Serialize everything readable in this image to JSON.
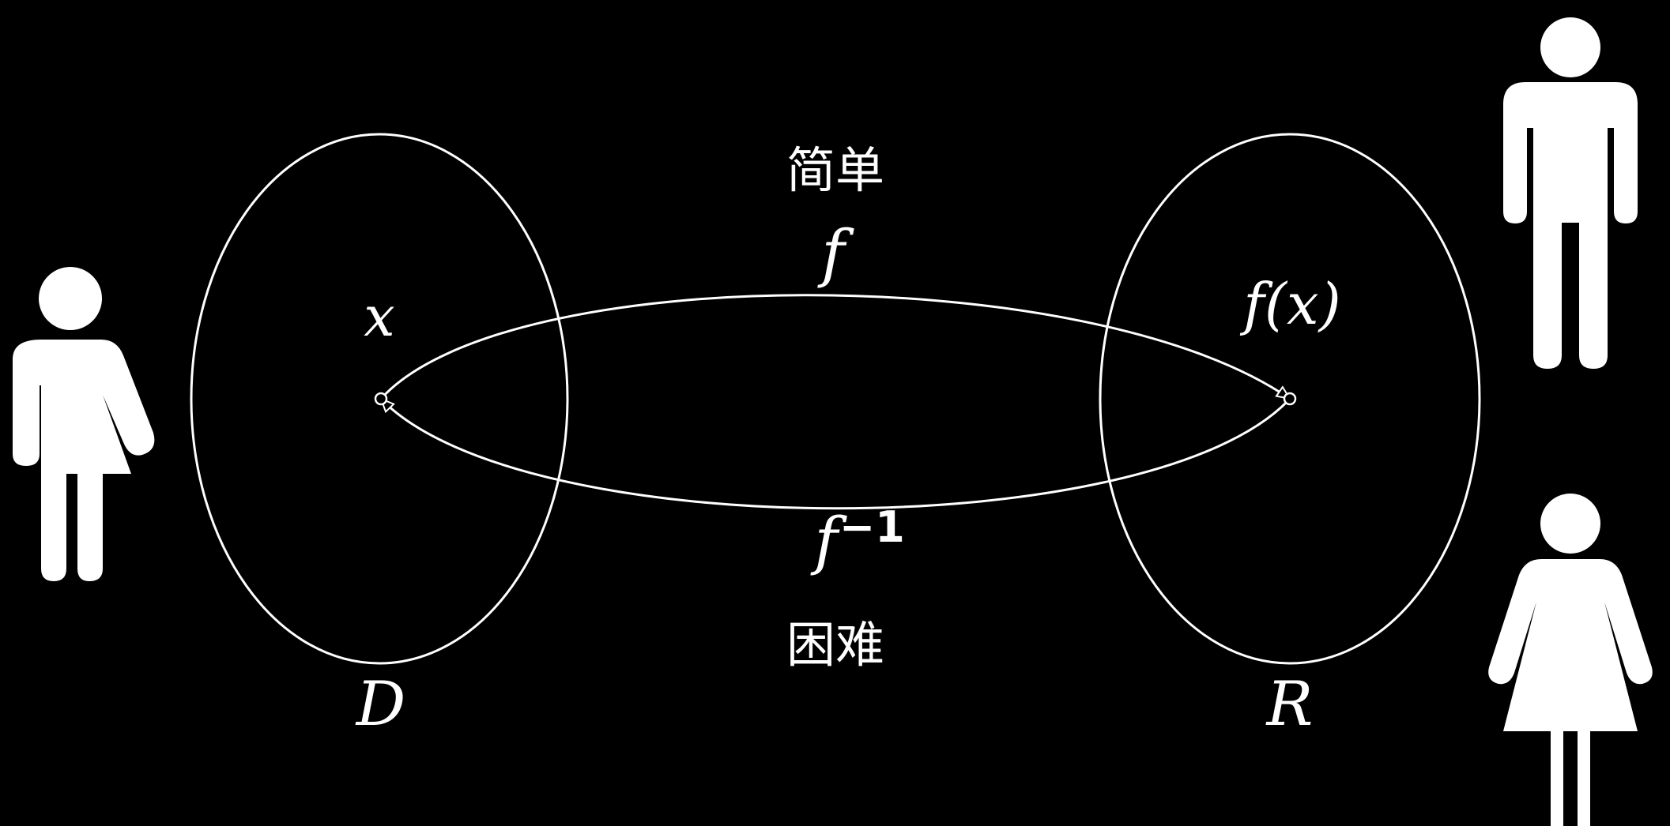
{
  "labels": {
    "easy": "简单",
    "hard": "困难",
    "f": "f",
    "f_inverse_base": "f",
    "f_inverse_exp": "−1",
    "x": "x",
    "fx": "f(x)",
    "domain": "D",
    "range": "R"
  },
  "icons": {
    "left": "transgender-person-icon",
    "top_right": "male-person-icon",
    "bottom_right": "female-person-icon"
  },
  "colors": {
    "background": "#000000",
    "foreground": "#ffffff"
  }
}
